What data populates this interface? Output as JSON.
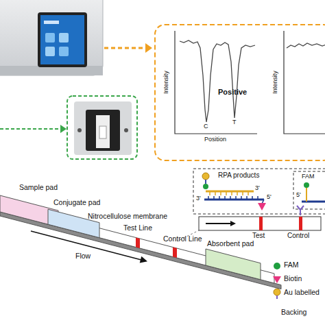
{
  "diagram": {
    "nodes": [
      {
        "text": [
          "Sample pad"
        ]
      },
      {
        "text": [
          "Conjugate pad"
        ]
      },
      {
        "text": [
          "Nitrocellulose membrane"
        ]
      },
      {
        "text": [
          "Absorbent pad"
        ]
      },
      {
        "text": [
          "Backing"
        ]
      }
    ],
    "labels": [
      "Intensity",
      "C",
      "T",
      "Positive",
      "Position",
      "Intensity",
      "Test Line",
      "Control Line",
      "Flow",
      "RPA products",
      "3'",
      "3'",
      "5'",
      "FAM",
      "5'",
      "Test",
      "Control"
    ],
    "legend": [
      {
        "text": "FAM",
        "color": "#1f9e3f"
      },
      {
        "text": "Biotin",
        "color": "#e8357f"
      },
      {
        "text": "Au labelled"
      }
    ]
  }
}
